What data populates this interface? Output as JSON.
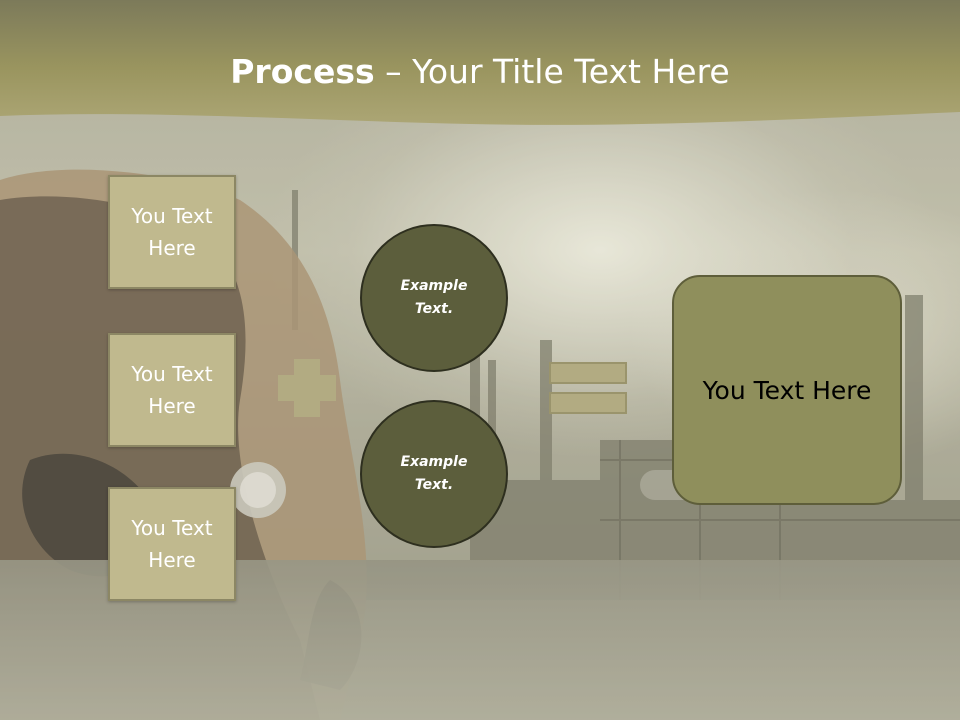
{
  "slide": {
    "title_bold": "Process",
    "title_rest": " – Your Title Text Here",
    "left_boxes": [
      "You Text Here",
      "You Text Here",
      "You Text Here"
    ],
    "circles": [
      "Example Text.",
      "Example Text."
    ],
    "result_box": "You Text Here"
  },
  "colors": {
    "header_band": "#9c9660",
    "box_fill": "#c0b98e",
    "circle_fill": "#5c5e3c",
    "operator_fill": "#b2ab82",
    "result_fill": "#8f8f5c"
  }
}
